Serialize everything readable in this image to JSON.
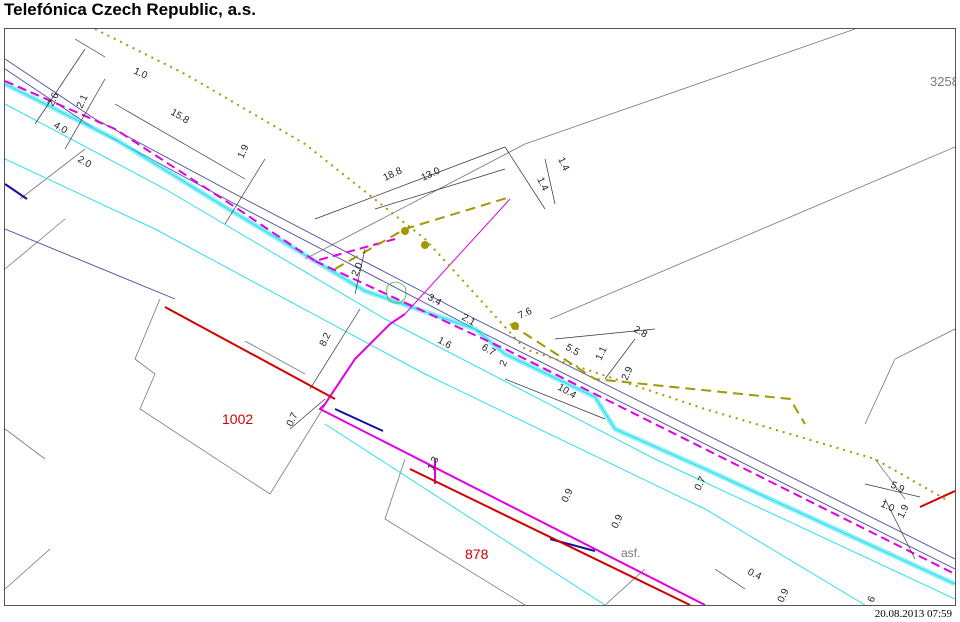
{
  "header": {
    "title": "Telefónica Czech Republic, a.s."
  },
  "footer": {
    "timestamp": "20.08.2013 07:59"
  },
  "map": {
    "parcels": [
      "1002",
      "878",
      "3258"
    ],
    "surface_label": "asf.",
    "dimensions": [
      "1.0",
      "2.6",
      "2.1",
      "4.0",
      "2.0",
      "15.8",
      "1.9",
      "18.8",
      "13.0",
      "1.4",
      "1.4",
      "2.0",
      "3.4",
      "8.2",
      "2.1",
      "1.6",
      "6.7",
      "2",
      "7.6",
      "5.5",
      "1.1",
      "2.8",
      "2.9",
      "10.4",
      "0.7",
      "1.3",
      "0.9",
      "0.9",
      "0.7",
      "5.9",
      "1.0",
      "1.9",
      "0.4",
      "0.9",
      "6"
    ],
    "colors": {
      "cable_route": "#e000e0",
      "existing_cable": "#2ce0f0",
      "proposed": "#a09a00",
      "boundary": "#d00000",
      "building": "#444444",
      "road": "#4a4aa0"
    }
  }
}
